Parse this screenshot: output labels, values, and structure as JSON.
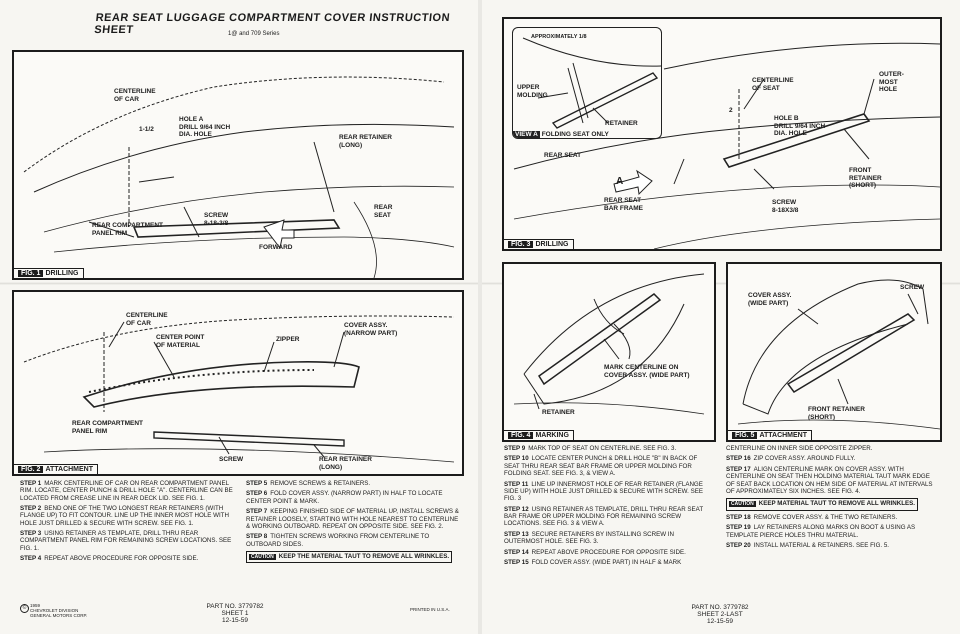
{
  "sheet1": {
    "title": "REAR SEAT LUGGAGE COMPARTMENT COVER INSTRUCTION SHEET",
    "subtitle": "1@ and 709 Series",
    "fig1": {
      "label": "FIG. 1",
      "caption": "DRILLING",
      "callouts": {
        "centerline": "CENTERLINE\nOF CAR",
        "dim": "1-1/2",
        "hole": "HOLE A\nDRILL 9/64 INCH\nDIA. HOLE",
        "rear_retainer": "REAR RETAINER\n(LONG)",
        "screw": "SCREW\n8-18-3/8",
        "panel_rim": "REAR COMPARTMENT\nPANEL RIM",
        "rear_seat": "REAR\nSEAT",
        "forward": "FORWARD"
      }
    },
    "fig2": {
      "label": "FIG. 2",
      "caption": "ATTACHMENT",
      "callouts": {
        "centerline": "CENTERLINE\nOF CAR",
        "center_point": "CENTER POINT\nOF MATERIAL",
        "zipper": "ZIPPER",
        "cover": "COVER ASSY.\n(NARROW PART)",
        "panel_rim": "REAR COMPARTMENT\nPANEL RIM",
        "screw": "SCREW",
        "rear_retainer": "REAR RETAINER\n(LONG)"
      }
    },
    "steps_left": [
      {
        "n": "STEP 1",
        "t": "MARK CENTERLINE OF CAR ON REAR COMPARTMENT PANEL RIM. LOCATE, CENTER PUNCH & DRILL HOLE \"A\". CENTERLINE CAN BE LOCATED FROM CREASE LINE IN REAR DECK LID. SEE FIG. 1."
      },
      {
        "n": "STEP 2",
        "t": "BEND ONE OF THE TWO LONGEST REAR RETAINERS (WITH FLANGE UP) TO FIT CONTOUR. LINE UP THE INNER MOST HOLE WITH HOLE JUST DRILLED & SECURE WITH SCREW. SEE FIG. 1."
      },
      {
        "n": "STEP 3",
        "t": "USING RETAINER AS TEMPLATE, DRILL THRU REAR COMPARTMENT PANEL RIM FOR REMAINING SCREW LOCATIONS. SEE FIG. 1."
      },
      {
        "n": "STEP 4",
        "t": "REPEAT ABOVE PROCEDURE FOR OPPOSITE SIDE."
      }
    ],
    "steps_right": [
      {
        "n": "STEP 5",
        "t": "REMOVE SCREWS & RETAINERS."
      },
      {
        "n": "STEP 6",
        "t": "FOLD COVER ASSY. (NARROW PART) IN HALF TO LOCATE CENTER POINT & MARK."
      },
      {
        "n": "STEP 7",
        "t": "KEEPING FINISHED SIDE OF MATERIAL UP, INSTALL SCREWS & RETAINER LOOSELY, STARTING WITH HOLE NEAREST TO CENTERLINE & WORKING OUTBOARD. REPEAT ON OPPOSITE SIDE. SEE FIG. 2."
      },
      {
        "n": "STEP 8",
        "t": "TIGHTEN SCREWS WORKING FROM CENTERLINE TO OUTBOARD SIDES."
      }
    ],
    "caution_label": "CAUTION",
    "caution_text": "KEEP THE MATERIAL TAUT TO REMOVE ALL WRINKLES.",
    "copyright_mark": "©",
    "copyright": "1959\nChevrolet Division\nGeneral Motors Corp.",
    "part_no": "PART NO. 3779782",
    "sheet": "SHEET 1",
    "date": "12-15-59",
    "printed": "PRINTED IN U.S.A."
  },
  "sheet2": {
    "fig3": {
      "label": "FIG. 3",
      "caption": "DRILLING",
      "view_label": "VIEW A",
      "view_caption": "FOLDING SEAT ONLY",
      "callouts": {
        "approx": "APPROXIMATELY 1/8",
        "upper_molding": "UPPER\nMOLDING",
        "retainer": "RETAINER",
        "centerline_seat": "CENTERLINE\nOF SEAT",
        "dim": "2",
        "hole": "HOLE B\nDRILL 9/64 INCH\nDIA. HOLE",
        "outer_hole": "OUTER-\nMOST\nHOLE",
        "rear_seat": "REAR SEAT",
        "a": "A",
        "bar_frame": "REAR SEAT\nBAR FRAME",
        "front_retainer": "FRONT\nRETAINER\n(SHORT)",
        "screw": "SCREW\n8-18x3/8"
      }
    },
    "fig4": {
      "label": "FIG. 4",
      "caption": "MARKING",
      "callouts": {
        "mark": "MARK CENTERLINE ON\nCOVER ASSY. (WIDE PART)",
        "retainer": "RETAINER"
      }
    },
    "fig5": {
      "label": "FIG. 5",
      "caption": "ATTACHMENT",
      "callouts": {
        "cover": "COVER ASSY.\n(WIDE PART)",
        "screw": "SCREW",
        "front_retainer": "FRONT RETAINER\n(SHORT)"
      }
    },
    "steps_left": [
      {
        "n": "STEP 9",
        "t": "MARK TOP OF SEAT ON CENTERLINE. SEE FIG. 3."
      },
      {
        "n": "STEP 10",
        "t": "LOCATE CENTER PUNCH & DRILL HOLE \"B\" IN BACK OF SEAT THRU REAR SEAT BAR FRAME OR UPPER MOLDING FOR FOLDING SEAT. SEE FIG. 3, & VIEW A."
      },
      {
        "n": "STEP 11",
        "t": "LINE UP INNERMOST HOLE OF REAR RETAINER (FLANGE SIDE UP) WITH HOLE JUST DRILLED & SECURE WITH SCREW. SEE FIG. 3"
      },
      {
        "n": "STEP 12",
        "t": "USING RETAINER AS TEMPLATE, DRILL THRU REAR SEAT BAR FRAME OR UPPER MOLDING FOR REMAINING SCREW LOCATIONS. SEE FIG. 3 & VIEW A."
      },
      {
        "n": "STEP 13",
        "t": "SECURE RETAINERS BY INSTALLING SCREW IN OUTERMOST HOLE. SEE FIG. 3."
      },
      {
        "n": "STEP 14",
        "t": "REPEAT ABOVE PROCEDURE FOR OPPOSITE SIDE."
      },
      {
        "n": "STEP 15",
        "t": "FOLD COVER ASSY. (WIDE PART) IN HALF & MARK"
      }
    ],
    "steps_right_top": "CENTERLINE ON INNER SIDE OPPOSITE ZIPPER.",
    "steps_right_a": [
      {
        "n": "STEP 16",
        "t": "ZIP COVER ASSY. AROUND FULLY."
      },
      {
        "n": "STEP 17",
        "t": "ALIGN CENTERLINE MARK ON COVER ASSY. WITH CENTERLINE ON SEAT THEN HOLDING MATERIAL TAUT MARK EDGE OF SEAT BACK LOCATION ON HEM SIDE OF MATERIAL AT INTERVALS OF APPROXIMATELY SIX INCHES. SEE FIG. 4."
      }
    ],
    "caution_label": "CAUTION",
    "caution_text": "KEEP MATERIAL TAUT TO REMOVE ALL WRINKLES.",
    "steps_right_b": [
      {
        "n": "STEP 18",
        "t": "REMOVE COVER ASSY. & THE TWO RETAINERS."
      },
      {
        "n": "STEP 19",
        "t": "LAY RETAINERS ALONG MARKS ON BOOT & USING AS TEMPLATE PIERCE HOLES THRU MATERIAL."
      },
      {
        "n": "STEP 20",
        "t": "INSTALL MATERIAL & RETAINERS. SEE FIG. 5."
      }
    ],
    "part_no": "PART NO. 3779782",
    "sheet": "SHEET 2-LAST",
    "date": "12-15-59"
  }
}
